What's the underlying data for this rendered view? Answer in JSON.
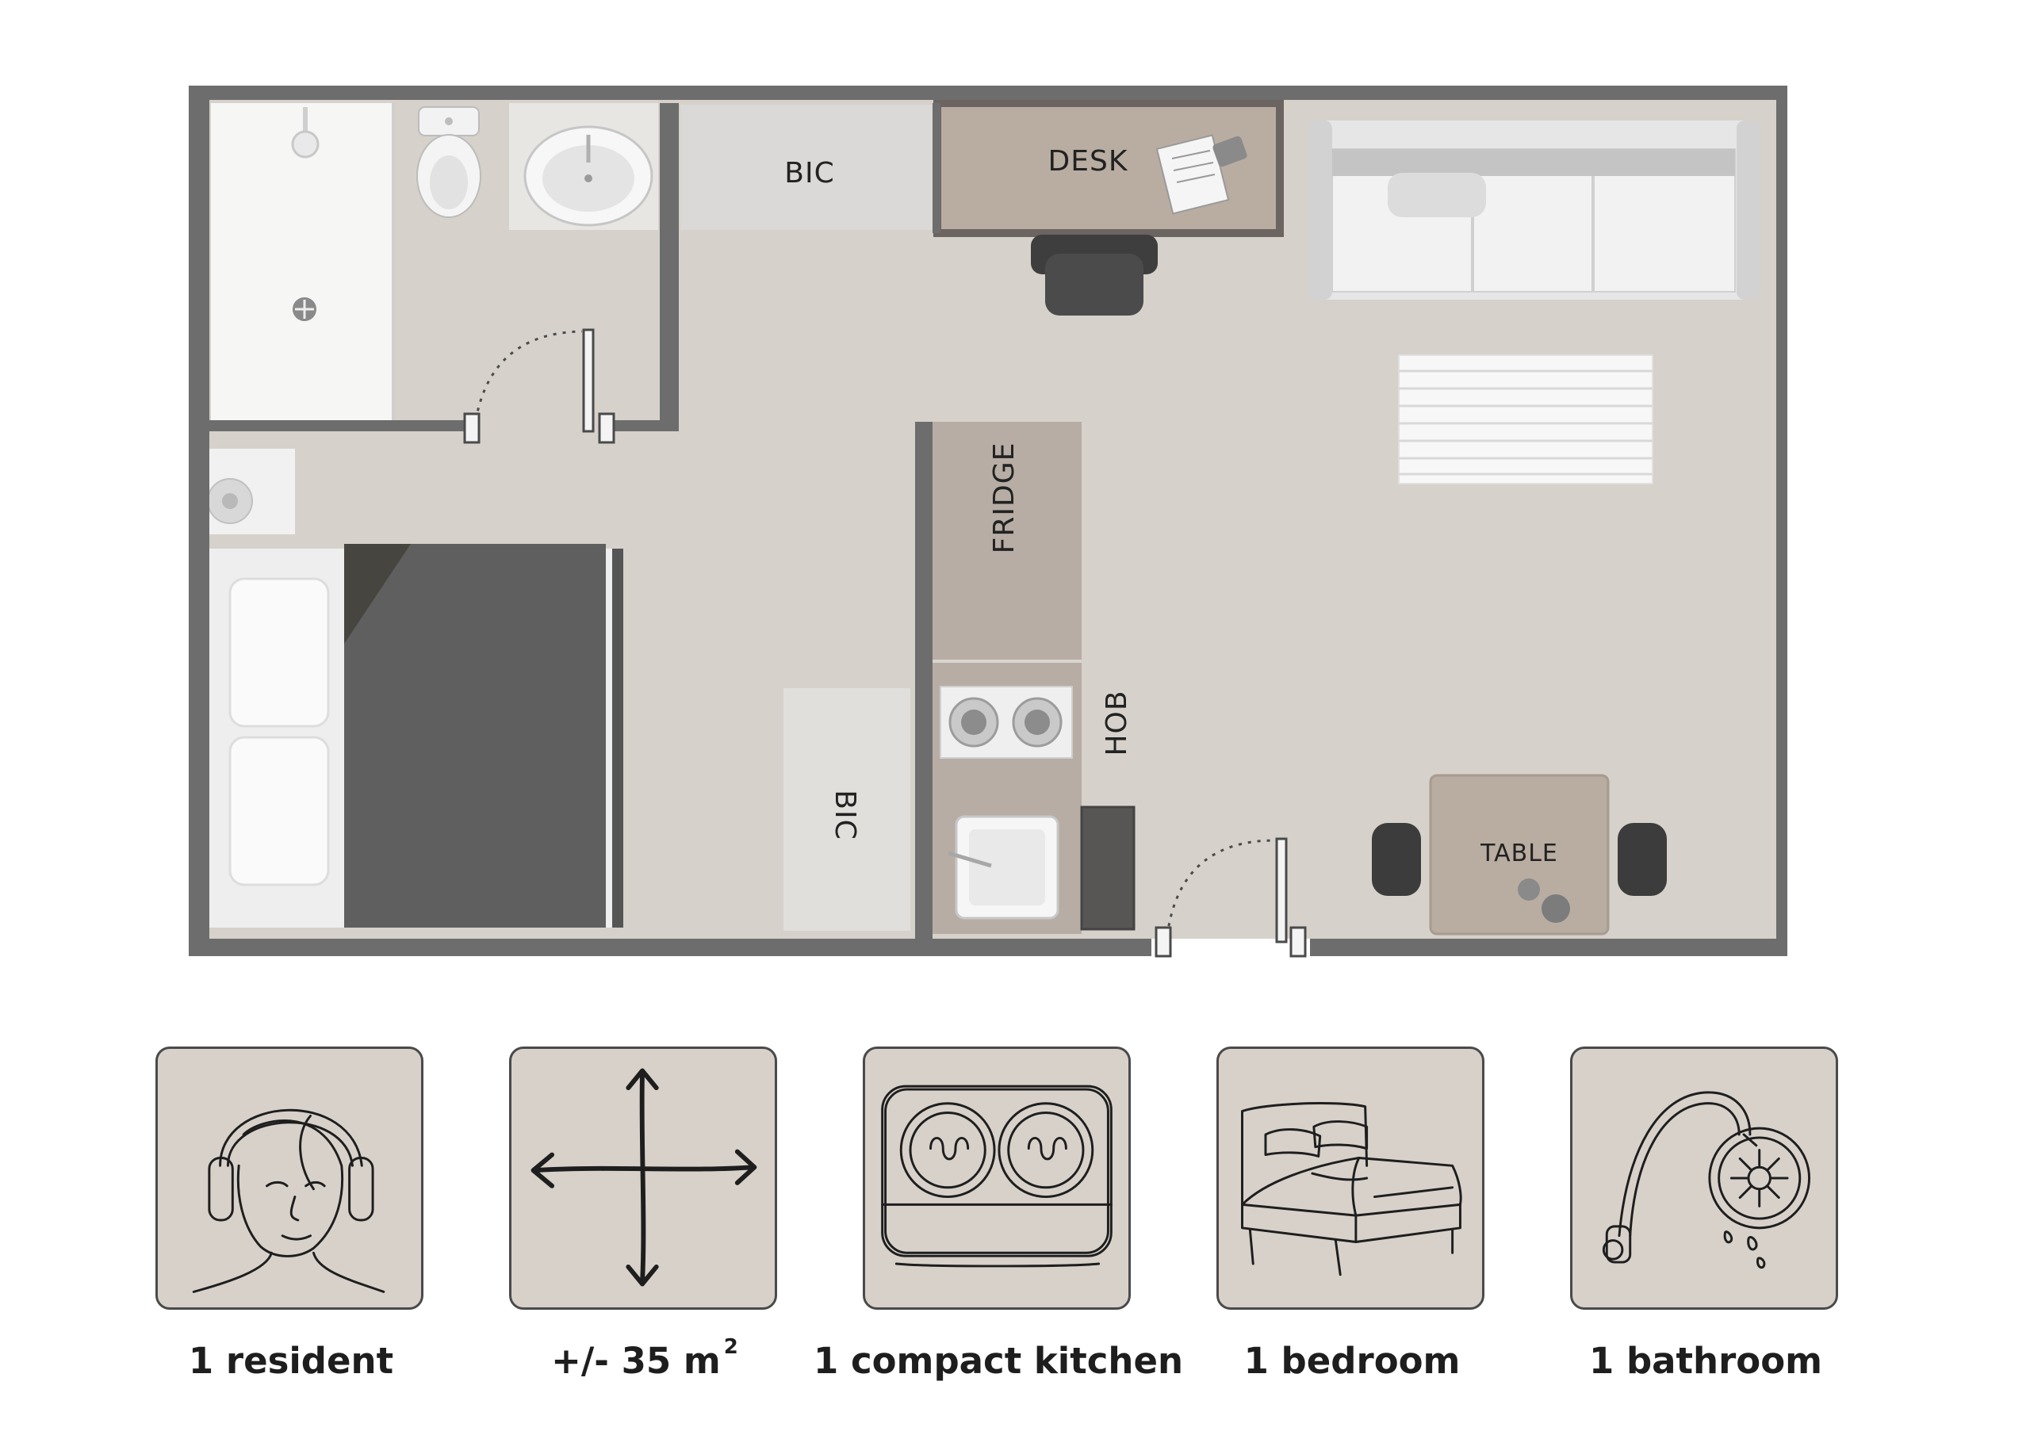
{
  "floor_plan": {
    "labels": {
      "bic_top": "BIC",
      "desk": "DESK",
      "fridge": "FRIDGE",
      "hob": "HOB",
      "bic_bottom": "BIC",
      "table": "TABLE"
    }
  },
  "features": [
    {
      "icon": "person-headphones-icon",
      "label": "1 resident"
    },
    {
      "icon": "area-arrows-icon",
      "label": "+/- 35 m",
      "superscript": "2"
    },
    {
      "icon": "hob-icon",
      "label": "1 compact kitchen"
    },
    {
      "icon": "bed-icon",
      "label": "1 bedroom"
    },
    {
      "icon": "shower-icon",
      "label": "1 bathroom"
    }
  ],
  "colors": {
    "wall": "#6d6d6d",
    "floor": "#d6d1ca",
    "cabinet": "#b7ada4",
    "dark_furniture": "#5f5f5f",
    "tile_bg": "#d7d1ca"
  }
}
